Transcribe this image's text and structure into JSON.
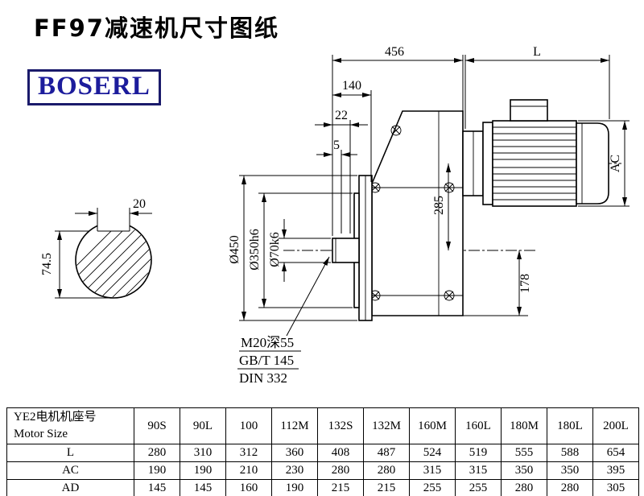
{
  "title": "FF97减速机尺寸图纸",
  "logo": "BOSERL",
  "drawing": {
    "dims": {
      "top_width": "456",
      "motor_length": "L",
      "d140": "140",
      "d22": "22",
      "d5": "5",
      "ac": "AC",
      "d285": "285",
      "d178": "178",
      "flange_od": "Ø450",
      "spigot_d": "Ø350h6",
      "shaft_d": "Ø70k6",
      "key_width": "20",
      "key_height": "74.5",
      "tapped_hole": "M20深55",
      "standard1": "GB/T 145",
      "standard2": "DIN 332"
    }
  },
  "table": {
    "header_cn": "YE2电机机座号",
    "header_en": "Motor Size",
    "columns": [
      "90S",
      "90L",
      "100",
      "112M",
      "132S",
      "132M",
      "160M",
      "160L",
      "180M",
      "180L",
      "200L"
    ],
    "rows": [
      {
        "label": "L",
        "values": [
          "280",
          "310",
          "312",
          "360",
          "408",
          "487",
          "524",
          "519",
          "555",
          "588",
          "654"
        ]
      },
      {
        "label": "AC",
        "values": [
          "190",
          "190",
          "210",
          "230",
          "280",
          "280",
          "315",
          "315",
          "350",
          "350",
          "395"
        ]
      },
      {
        "label": "AD",
        "values": [
          "145",
          "145",
          "160",
          "190",
          "215",
          "215",
          "255",
          "255",
          "280",
          "280",
          "305"
        ]
      }
    ]
  }
}
